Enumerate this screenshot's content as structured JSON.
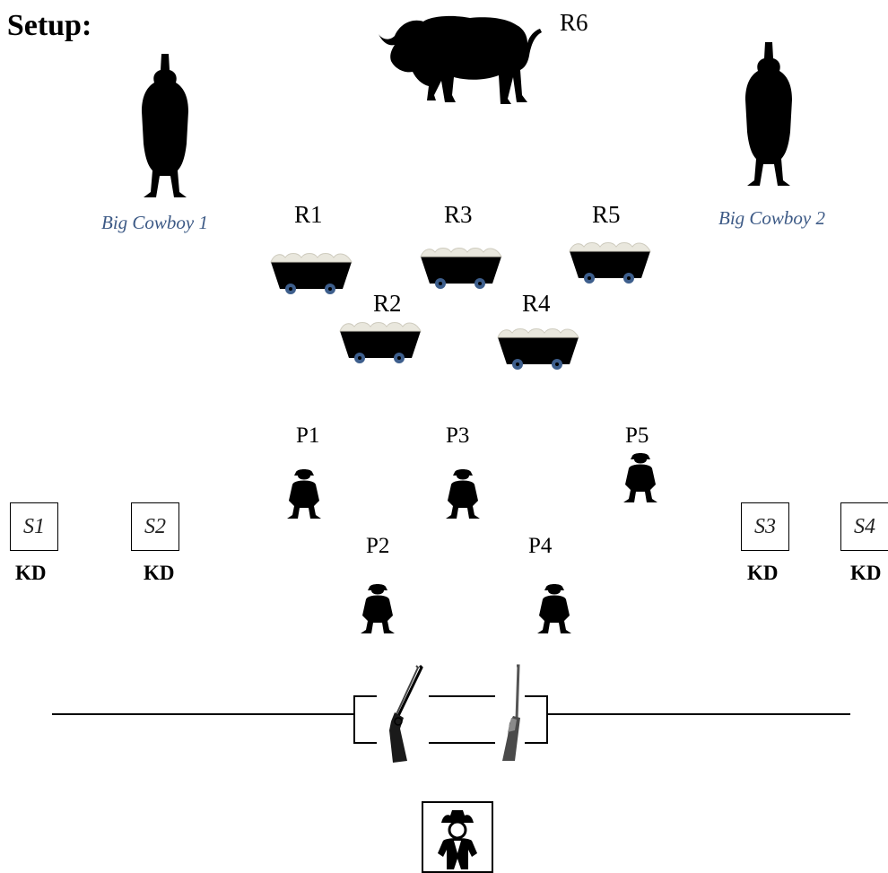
{
  "title": "t Setup:",
  "buffalo_label": "R6",
  "big_cowboys": [
    {
      "label": "Big Cowboy 1"
    },
    {
      "label": "Big Cowboy 2"
    }
  ],
  "rifle_targets": [
    {
      "label": "R1"
    },
    {
      "label": "R2"
    },
    {
      "label": "R3"
    },
    {
      "label": "R4"
    },
    {
      "label": "R5"
    }
  ],
  "pistol_targets": [
    {
      "label": "P1"
    },
    {
      "label": "P2"
    },
    {
      "label": "P3"
    },
    {
      "label": "P4"
    },
    {
      "label": "P5"
    }
  ],
  "shotgun_knockdowns": [
    {
      "label": "S1",
      "status": "KD"
    },
    {
      "label": "S2",
      "status": "KD"
    },
    {
      "label": "S3",
      "status": "KD"
    },
    {
      "label": "S4",
      "status": "KD"
    }
  ],
  "icons": {
    "buffalo": "buffalo-silhouette-icon",
    "big_cowboy": "cowboy-back-silhouette-icon",
    "wagon": "covered-wagon-icon",
    "pistol_target": "crouching-cowboy-icon",
    "shotgun": "shotgun-icon",
    "rifle": "rifle-icon",
    "shooter": "shooter-cowboy-icon"
  },
  "colors": {
    "silhouette": "#000000",
    "wheel": "#3d5e8c",
    "wagon_cover": "#e9e7dd",
    "caption": "#3d5a86"
  }
}
